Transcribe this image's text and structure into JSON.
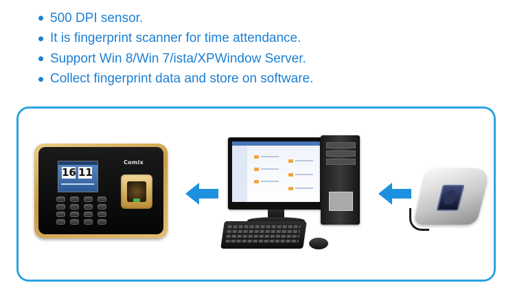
{
  "features": [
    "500 DPI sensor.",
    "It is fingerprint scanner for time attendance.",
    "Support Win 8/Win 7/ista/XPWindow Server.",
    "Collect fingerprint data and store on software."
  ],
  "terminal": {
    "brand": "Comix",
    "clock_hours": "16",
    "clock_minutes": "11"
  },
  "colors": {
    "accent_blue": "#1b7fd4",
    "panel_border": "#2aa3e3",
    "arrow": "#1e90e0"
  },
  "icons": {
    "arrow_left_1": "arrow-left-icon",
    "arrow_left_2": "arrow-left-icon"
  }
}
